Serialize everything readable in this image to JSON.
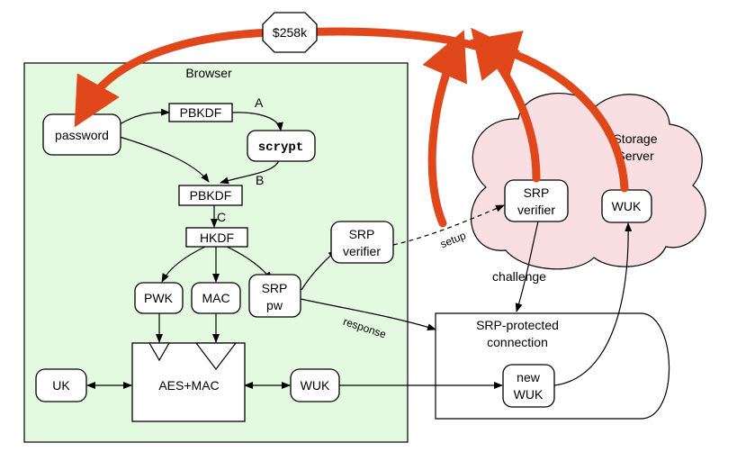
{
  "colors": {
    "browser_fill": "#e4fae0",
    "cloud_fill": "#f9dfe1",
    "attack_arrow": "#e0471b"
  },
  "cost_badge": "$258k",
  "browser": {
    "title": "Browser"
  },
  "storage_server": {
    "line1": "Storage",
    "line2": "Server"
  },
  "nodes": {
    "password": "password",
    "pbkdf_top": "PBKDF",
    "scrypt": "scrypt",
    "pbkdf_mid": "PBKDF",
    "hkdf": "HKDF",
    "pwk": "PWK",
    "mac": "MAC",
    "srp_pw": {
      "line1": "SRP",
      "line2": "pw"
    },
    "srp_verifier_browser": {
      "line1": "SRP",
      "line2": "verifier"
    },
    "uk": "UK",
    "aes_mac": "AES+MAC",
    "wuk_browser": "WUK",
    "srp_verifier_server": {
      "line1": "SRP",
      "line2": "verifier"
    },
    "wuk_server": "WUK",
    "connection": {
      "line1": "SRP-protected",
      "line2": "connection"
    },
    "new_wuk": {
      "line1": "new",
      "line2": "WUK"
    }
  },
  "edge_labels": {
    "a": "A",
    "b": "B",
    "c": "C",
    "setup": "setup",
    "challenge": "challenge",
    "response": "response"
  }
}
